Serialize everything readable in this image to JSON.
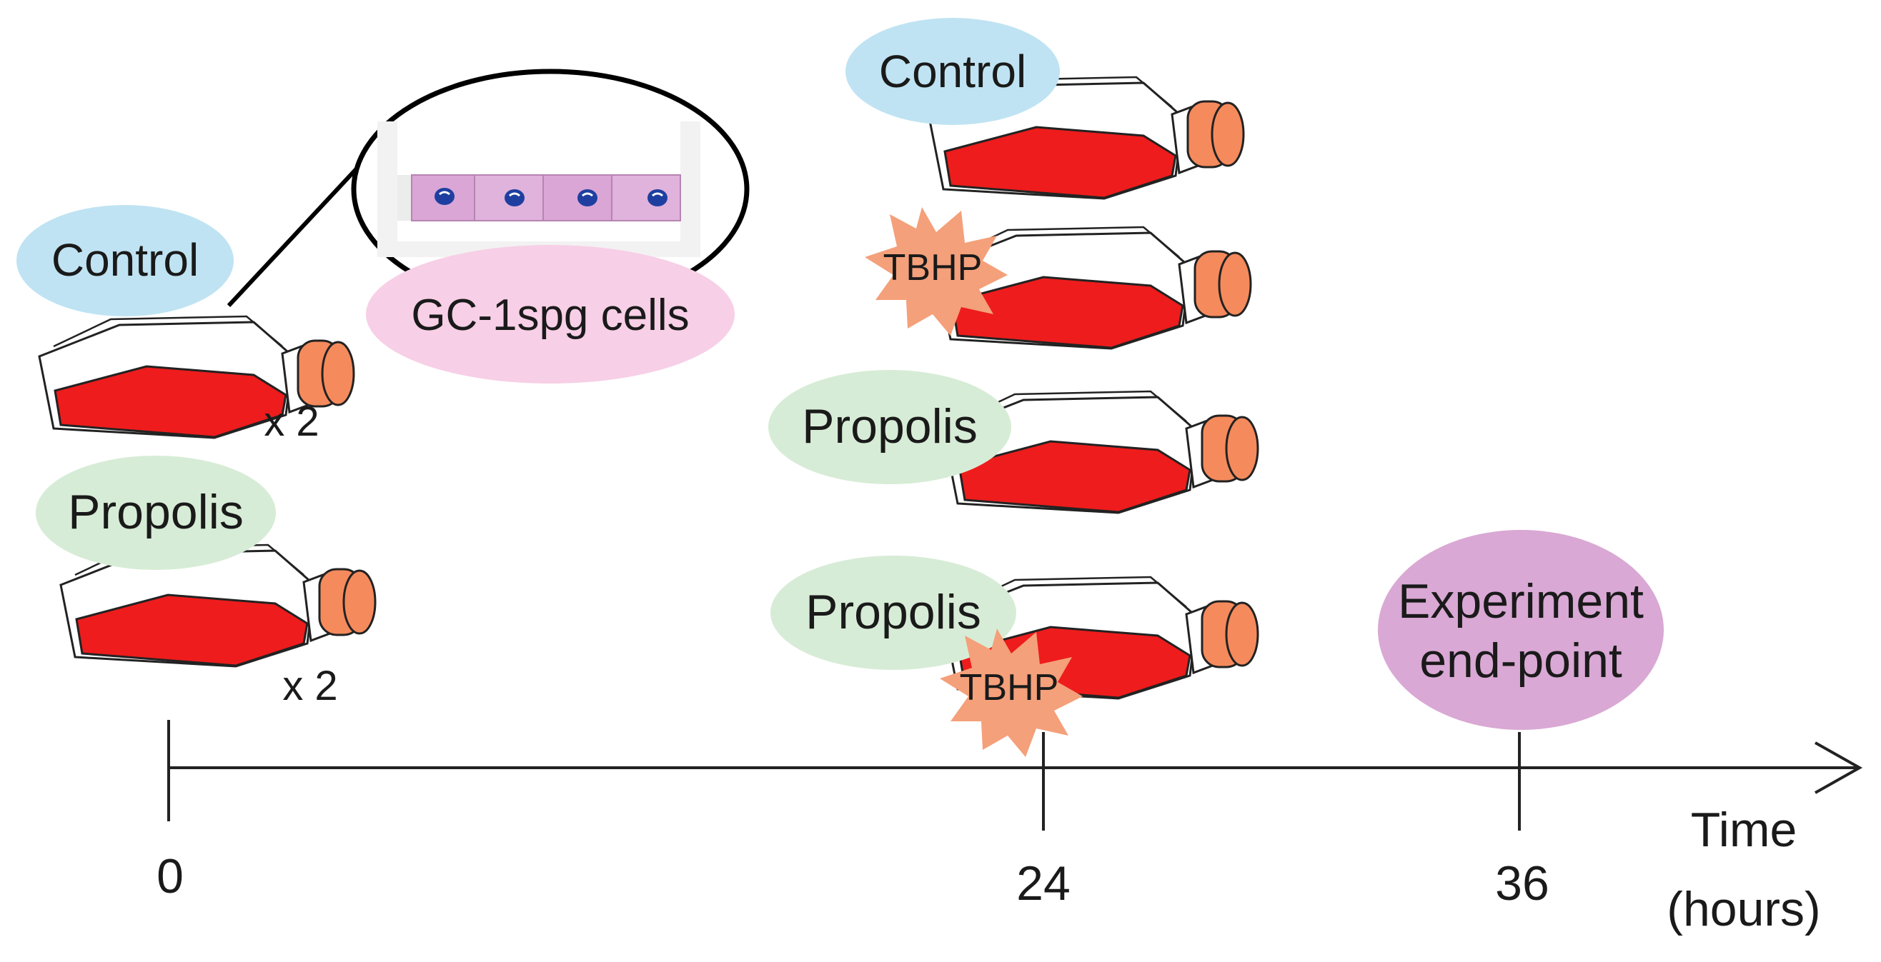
{
  "colors": {
    "control": "#bfe3f2",
    "propolis": "#d7ecd6",
    "cells_label": "#f7cfe6",
    "endpoint": "#d9a8d4",
    "tbhp": "#f4a07a",
    "flask_medium": "#ee1c1c",
    "flask_cap": "#f58a5c",
    "cell_fill": "#d9a6d6",
    "nucleus": "#1f3fa0"
  },
  "labels": {
    "control_t0": "Control",
    "propolis_t0": "Propolis",
    "multiplier_control": "x 2",
    "multiplier_propolis": "x 2",
    "cells": "GC-1spg cells",
    "control_t24": "Control",
    "tbhp_t24": "TBHP",
    "propolis_t24": "Propolis",
    "propolis_tbhp_t24": "Propolis",
    "tbhp_combo_t24": "TBHP",
    "endpoint_line1": "Experiment",
    "endpoint_line2": "end-point"
  },
  "axis": {
    "title_line1": "Time",
    "title_line2": "(hours)",
    "ticks": [
      "0",
      "24",
      "36"
    ]
  }
}
